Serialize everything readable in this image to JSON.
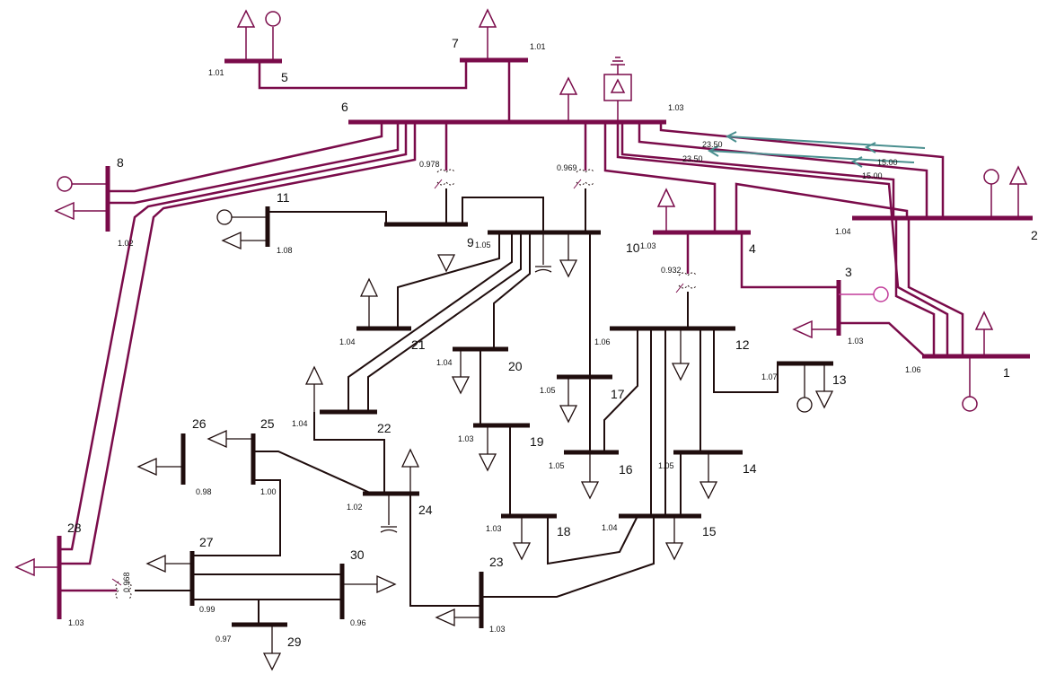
{
  "colors": {
    "hv": "#7a0b4a",
    "lv": "#1f0d0d",
    "flow": "#4a8f8f",
    "background": "#ffffff"
  },
  "buses": [
    {
      "id": "1",
      "voltage": "1.06"
    },
    {
      "id": "2",
      "voltage": "1.04"
    },
    {
      "id": "3",
      "voltage": "1.03"
    },
    {
      "id": "4",
      "voltage": "1.03"
    },
    {
      "id": "5",
      "voltage": "1.01"
    },
    {
      "id": "6",
      "voltage": "1.03"
    },
    {
      "id": "7",
      "voltage": "1.01"
    },
    {
      "id": "8",
      "voltage": "1.02"
    },
    {
      "id": "9",
      "voltage": "1.05"
    },
    {
      "id": "10",
      "voltage": ""
    },
    {
      "id": "11",
      "voltage": "1.08"
    },
    {
      "id": "12",
      "voltage": "1.06"
    },
    {
      "id": "13",
      "voltage": "1.07"
    },
    {
      "id": "14",
      "voltage": "1.05"
    },
    {
      "id": "15",
      "voltage": "1.04"
    },
    {
      "id": "16",
      "voltage": "1.05"
    },
    {
      "id": "17",
      "voltage": "1.05"
    },
    {
      "id": "18",
      "voltage": "1.03"
    },
    {
      "id": "19",
      "voltage": "1.03"
    },
    {
      "id": "20",
      "voltage": "1.04"
    },
    {
      "id": "21",
      "voltage": "1.04"
    },
    {
      "id": "22",
      "voltage": "1.04"
    },
    {
      "id": "23",
      "voltage": "1.03"
    },
    {
      "id": "24",
      "voltage": "1.02"
    },
    {
      "id": "25",
      "voltage": "1.00"
    },
    {
      "id": "26",
      "voltage": "0.98"
    },
    {
      "id": "27",
      "voltage": "0.99"
    },
    {
      "id": "28",
      "voltage": "1.03"
    },
    {
      "id": "29",
      "voltage": "0.97"
    },
    {
      "id": "30",
      "voltage": "0.96"
    }
  ],
  "transformers": {
    "t_6_9": "0.978",
    "t_6_10": "0.969",
    "t_4_12": "0.932",
    "t_28_27": "0.968"
  },
  "flows": {
    "upper_a": "23.50",
    "upper_b": "15.00",
    "lower_a": "23.50",
    "lower_b": "15.00"
  }
}
